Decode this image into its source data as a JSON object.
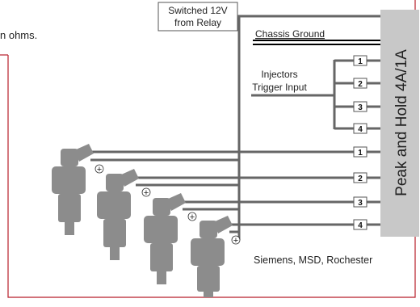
{
  "page_text": "n ohms.",
  "relay_label": [
    "Switched 12V",
    "from Relay"
  ],
  "chassis_ground_label": "Chassis Ground",
  "injectors_trigger_label": [
    "Injectors",
    "Trigger Input"
  ],
  "driver_label": "Peak and Hold 4A/1A",
  "trigger_terminals": [
    "1",
    "2",
    "3",
    "4"
  ],
  "injector_terminals": [
    "1",
    "2",
    "3",
    "4"
  ],
  "polarity_symbol": "+",
  "injector_brands_label": "Siemens, MSD, Rochester",
  "colors": {
    "frame": "#b81e2a",
    "wire": "#666666",
    "driver_box": "#c8c8c8",
    "injector": "#8c8c8c",
    "ground": "#000000"
  }
}
